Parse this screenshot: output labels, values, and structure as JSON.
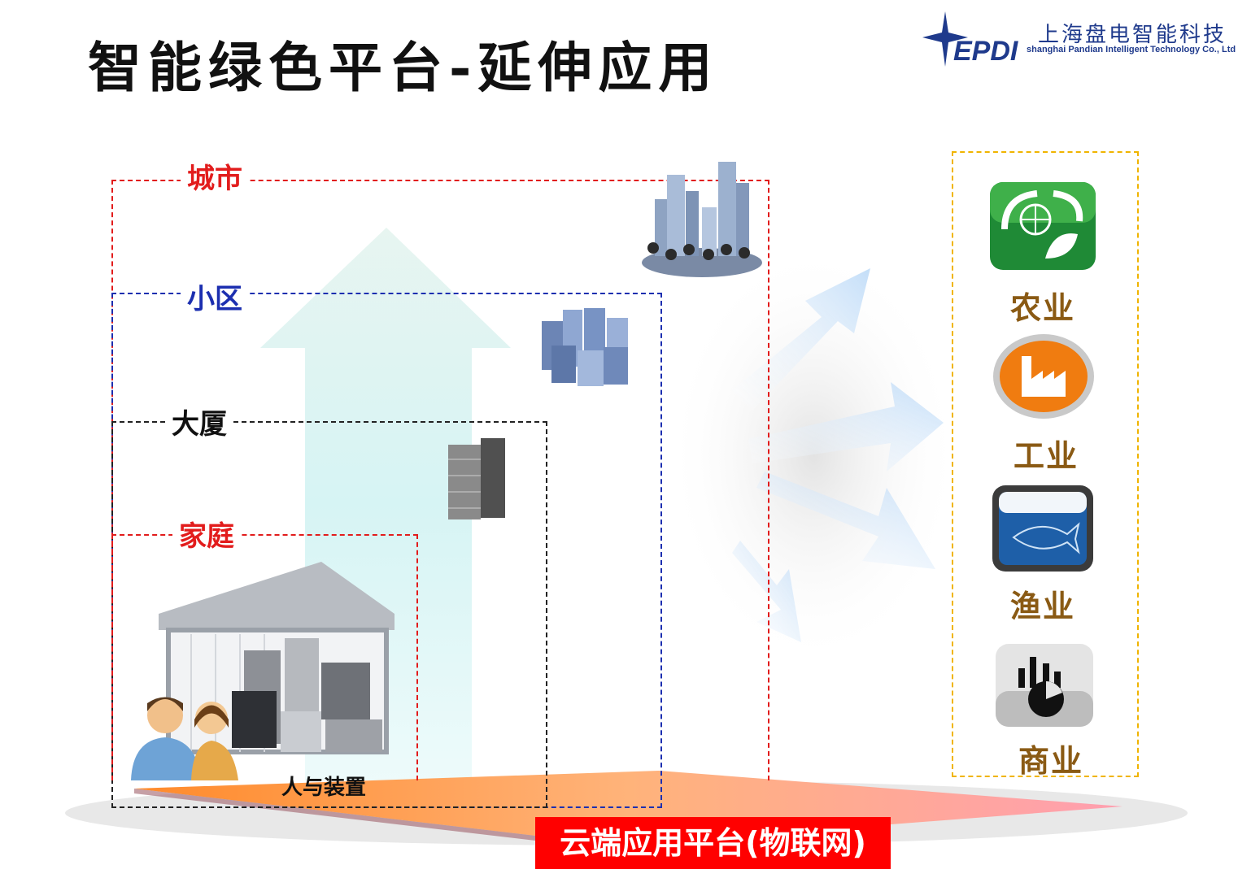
{
  "title": "智能绿色平台-延伸应用",
  "logo": {
    "mark": "EPDI",
    "name_cn": "上海盘电智能科技",
    "name_en": "shanghai Pandian Intelligent Technology Co., Ltd"
  },
  "scopes": {
    "city": "城市",
    "district": "小区",
    "building": "大厦",
    "home": "家庭"
  },
  "people_label": "人与装置",
  "platform_label": "云端应用平台(物联网)",
  "sectors": [
    "农业",
    "工业",
    "渔业",
    "商业"
  ],
  "colors": {
    "red": "#e21c1c",
    "blue": "#1c2fb0",
    "black": "#222222",
    "gold": "#f0b400",
    "sector_text": "#8a5a14"
  }
}
